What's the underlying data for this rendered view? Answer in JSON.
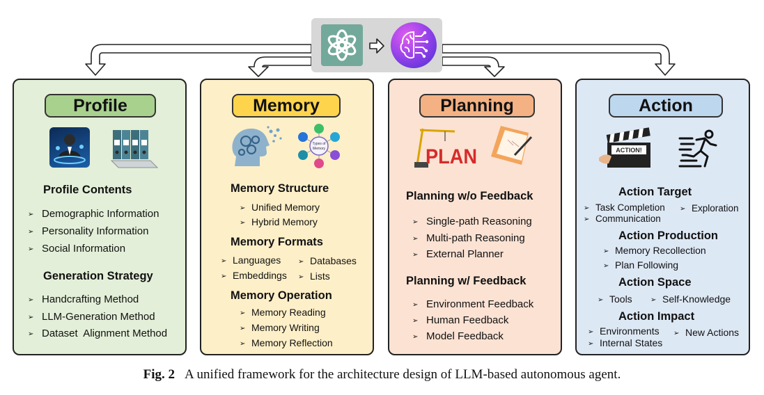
{
  "caption": {
    "label": "Fig. 2",
    "text": "A unified framework for the architecture design of LLM-based autonomous agent."
  },
  "top_icons": [
    "openai-logo",
    "arrow-right",
    "brain-icon"
  ],
  "modules": {
    "profile": {
      "title": "Profile",
      "color": "#e3efd8",
      "pill_color": "#a9d18e",
      "icons": [
        "user-data-icon",
        "binder-files-icon"
      ],
      "contents_title": "Profile Contents",
      "contents": [
        "Demographic Information",
        "Personality Information",
        "Social Information"
      ],
      "strategy_title": "Generation Strategy",
      "strategy": [
        "Handcrafting Method",
        "LLM-Generation Method",
        "Dataset  Alignment Method"
      ]
    },
    "memory": {
      "title": "Memory",
      "color": "#fdefc8",
      "pill_color": "#ffd44d",
      "icons": [
        "head-gears-icon",
        "types-of-memory-icon"
      ],
      "types_label": "Types of Memory",
      "structure_title": "Memory Structure",
      "structure": [
        "Unified Memory",
        "Hybrid Memory"
      ],
      "formats_title": "Memory Formats",
      "formats": [
        "Languages",
        "Databases",
        "Embeddings",
        "Lists"
      ],
      "operation_title": "Memory Operation",
      "operation": [
        "Memory Reading",
        "Memory Writing",
        "Memory Reflection"
      ]
    },
    "planning": {
      "title": "Planning",
      "color": "#fbe2d3",
      "pill_color": "#f4b183",
      "icons": [
        "plan-crane-icon",
        "paper-pencil-icon"
      ],
      "plan_word": "PLAN",
      "no_feedback_title": "Planning w/o Feedback",
      "no_feedback": [
        "Single-path Reasoning",
        "Multi-path Reasoning",
        "External Planner"
      ],
      "feedback_title": "Planning w/ Feedback",
      "feedback": [
        "Environment Feedback",
        "Human Feedback",
        "Model Feedback"
      ]
    },
    "action": {
      "title": "Action",
      "color": "#dde8f5",
      "pill_color": "#bdd7ee",
      "icons": [
        "clapperboard-icon",
        "running-person-icon"
      ],
      "clapper_word": "ACTION!",
      "target_title": "Action Target",
      "target": [
        "Task Completion",
        "Exploration",
        "Communication"
      ],
      "production_title": "Action Production",
      "production": [
        "Memory Recollection",
        "Plan Following"
      ],
      "space_title": "Action Space",
      "space": [
        "Tools",
        "Self-Knowledge"
      ],
      "impact_title": "Action Impact",
      "impact": [
        "Environments",
        "New Actions",
        "Internal States"
      ]
    }
  }
}
